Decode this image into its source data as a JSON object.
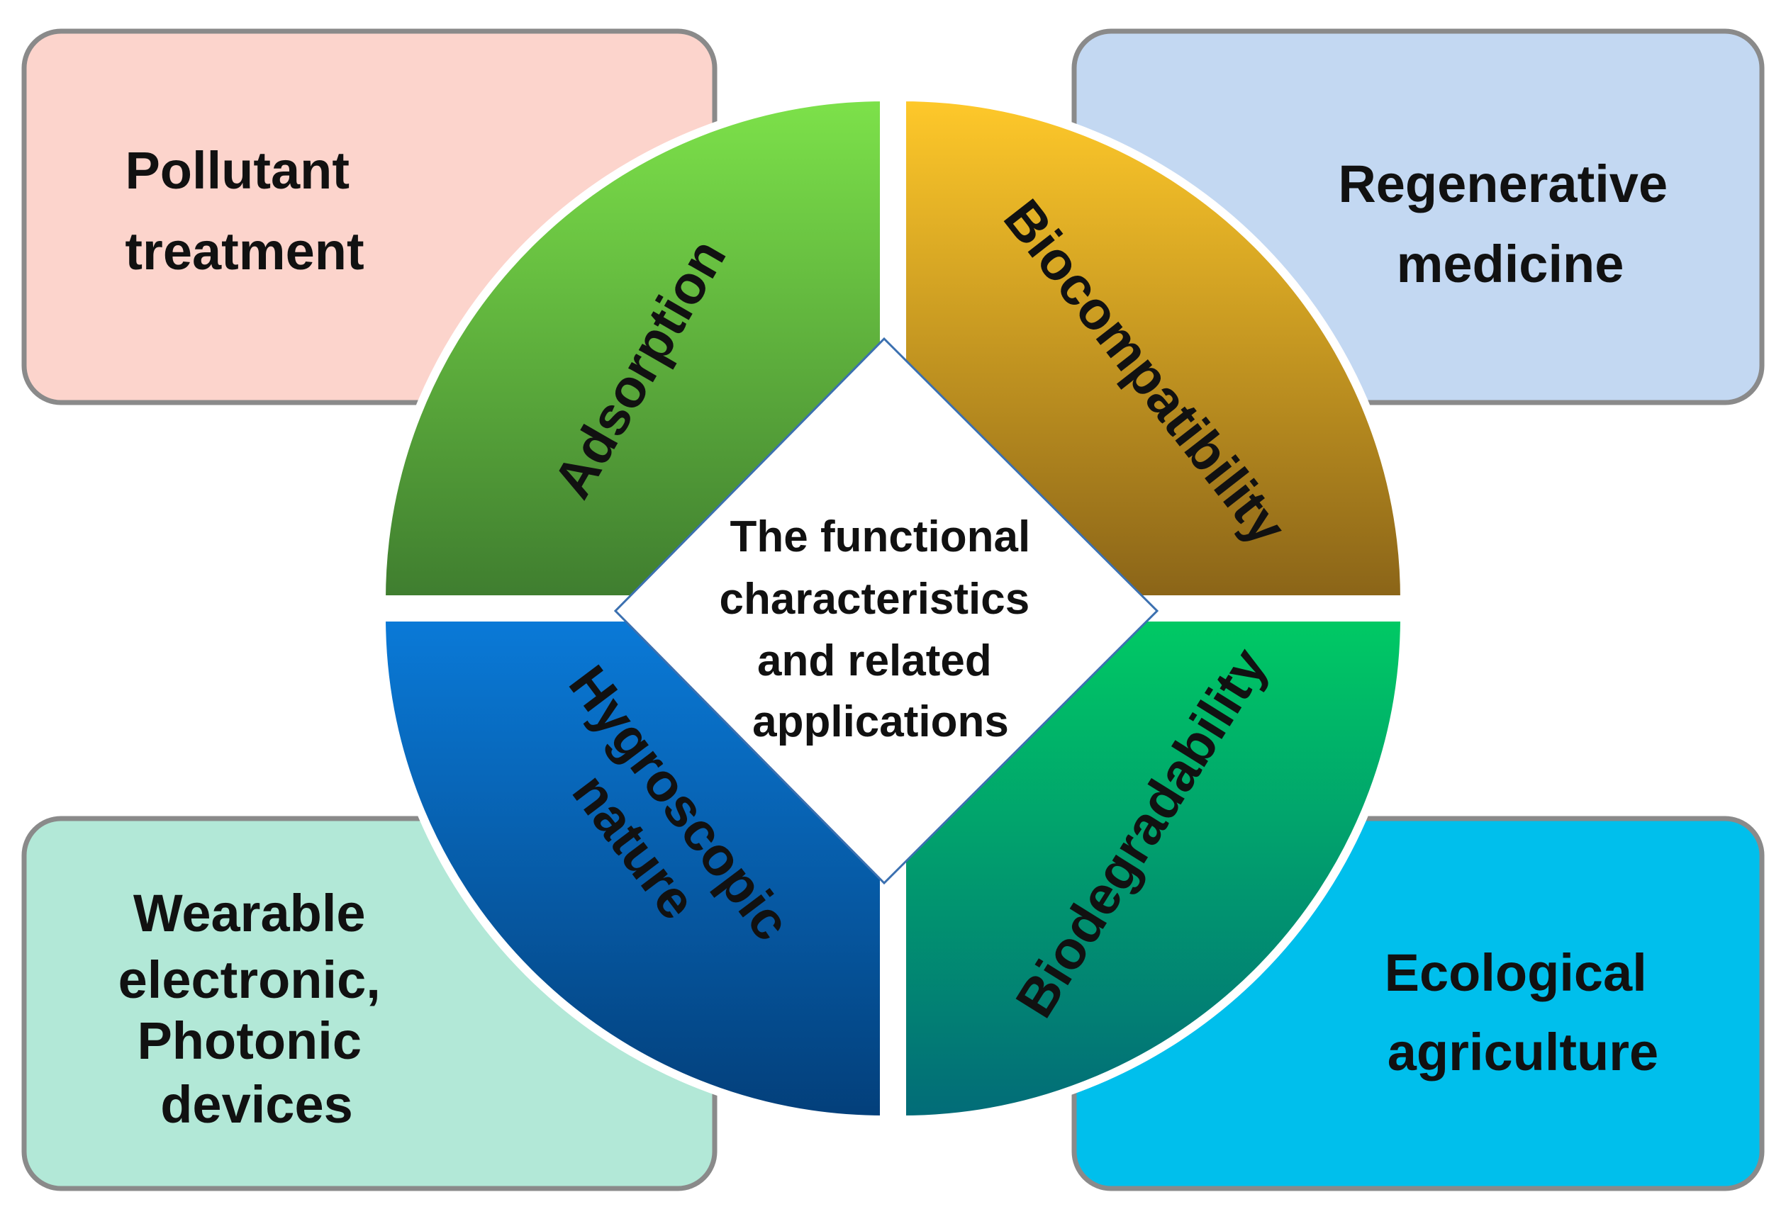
{
  "center": {
    "lines": [
      "The functional",
      "characteristics",
      "and related",
      "applications"
    ]
  },
  "quadrants": [
    {
      "key": "top-left",
      "lines": [
        "Adsorption"
      ]
    },
    {
      "key": "top-right",
      "lines": [
        "Biocompatibility"
      ]
    },
    {
      "key": "bottom-left",
      "lines": [
        "Hygroscopic",
        "nature"
      ]
    },
    {
      "key": "bottom-right",
      "lines": [
        "Biodegradability"
      ]
    }
  ],
  "applications": [
    {
      "key": "top-left",
      "lines": [
        "Pollutant",
        "treatment"
      ]
    },
    {
      "key": "top-right",
      "lines": [
        "Regenerative",
        "medicine"
      ]
    },
    {
      "key": "bottom-left",
      "lines": [
        "Wearable",
        "electronic,",
        "Photonic",
        "devices"
      ]
    },
    {
      "key": "bottom-right",
      "lines": [
        "Ecological",
        "agriculture"
      ]
    }
  ],
  "colors": {
    "box_top_left": "#fcd4cc",
    "box_top_right": "#c3d8f2",
    "box_bottom_left": "#b2e8d7",
    "box_bottom_right": "#00bfec",
    "box_border": "#8a8a8a",
    "quad_top_left": [
      "#7de24a",
      "#3f7d2f"
    ],
    "quad_top_right": [
      "#ffc92a",
      "#8a6418"
    ],
    "quad_bottom_left": [
      "#0a7ad8",
      "#033f7a"
    ],
    "quad_bottom_right": [
      "#00ca64",
      "#026b78"
    ],
    "center_fill": "#ffffff",
    "center_border": "#3b70b0"
  }
}
